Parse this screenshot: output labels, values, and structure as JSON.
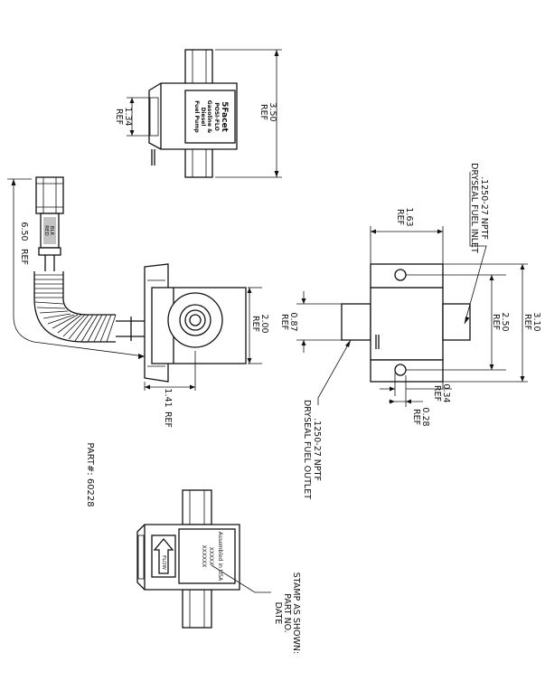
{
  "top_view": {
    "dim_height": [
      "3.50",
      "REF"
    ],
    "dim_label_band": [
      "1.34",
      "REF"
    ],
    "label_lines": [
      "5Facet",
      "POSI-FLO",
      "Gasoline &",
      "Diesel",
      "Fuel Pump"
    ]
  },
  "side_view": {
    "dim_length": [
      "6.50",
      "REF"
    ],
    "dim_body": [
      "2.00",
      "REF"
    ],
    "dim_mount": [
      "1.41",
      "REF"
    ],
    "connector_lines": [
      "BLK",
      "RED"
    ]
  },
  "front_view": {
    "inlet_note": [
      ".1250-27 NPTF",
      "DRYSEAL FUEL INLET"
    ],
    "outlet_note": [
      ".1250-27 NPTF",
      "DRYSEAL FUEL OUTLET"
    ],
    "dim_depth": [
      "1.63",
      "REF"
    ],
    "dim_outlet": [
      "0.87",
      "REF"
    ],
    "dim_holes": [
      "2.50",
      "REF"
    ],
    "dim_width": [
      "3.10",
      "REF"
    ],
    "dim_hole_offset": [
      "0.34",
      "REF"
    ],
    "dim_hole_dia": [
      "0.28",
      "REF"
    ]
  },
  "part_number": "PART#: 60228",
  "bottom_view": {
    "stamp_lines": [
      "Assembled in USA",
      "XXXXX",
      "XXXXXX"
    ],
    "flow_label": "FLOW",
    "stamp_note": [
      "STAMP AS SHOWN:",
      "PART NO.",
      "DATE"
    ]
  }
}
